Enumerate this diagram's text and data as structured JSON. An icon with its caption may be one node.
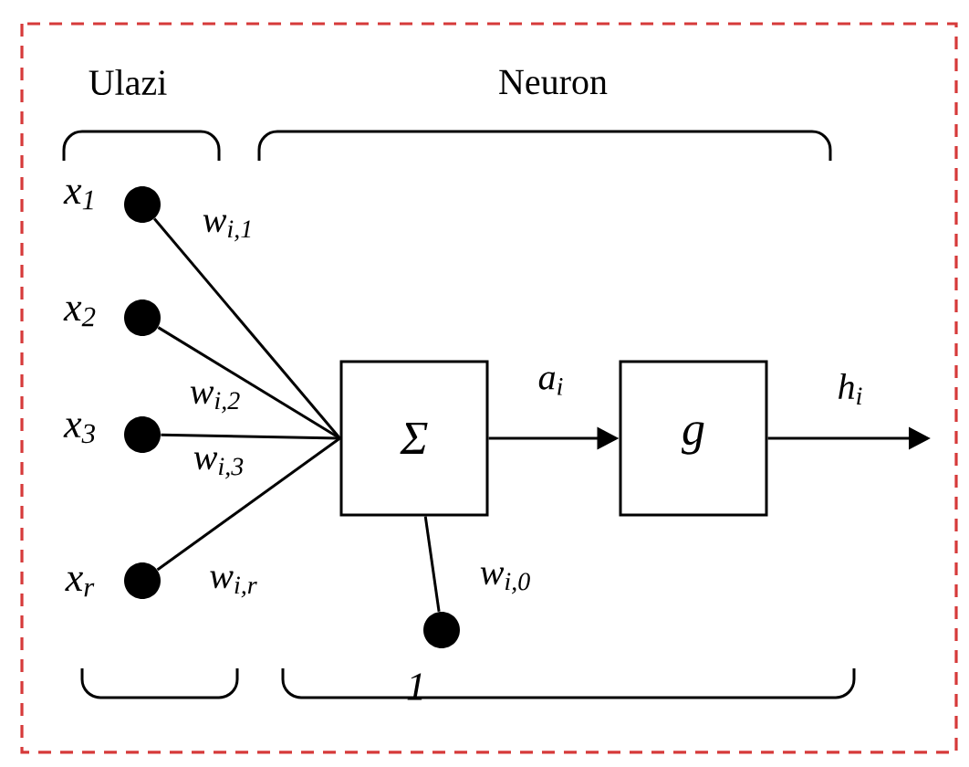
{
  "diagram": {
    "nodes": [
      {
        "text": [],
        "shape": "circle",
        "beside": [
          "x$_{1}$"
        ]
      },
      {
        "text": [],
        "shape": "circle",
        "beside": [
          "x$_{2}$"
        ]
      },
      {
        "text": [],
        "shape": "circle",
        "beside": [
          "x$_{3}$"
        ]
      },
      {
        "text": [],
        "shape": "circle",
        "beside": [
          "x$_{r}$"
        ]
      },
      {
        "text": [
          "Σ"
        ]
      },
      {
        "text": [
          "g"
        ]
      },
      {
        "text": [],
        "shape": "circle",
        "beside": [
          "1"
        ]
      }
    ],
    "edges": [
      {
        "from": 0,
        "to": 4,
        "arrow": "none",
        "label": "w$_{i,1}$"
      },
      {
        "from": 1,
        "to": 4,
        "arrow": "none",
        "label": "w$_{i,2}$"
      },
      {
        "from": 2,
        "to": 4,
        "arrow": "none",
        "label": "w$_{i,3}$"
      },
      {
        "from": 3,
        "to": 4,
        "arrow": "none",
        "label": "w$_{i,r}$"
      },
      {
        "from": 6,
        "to": 4,
        "arrow": "none",
        "label": "w$_{i,0}$"
      },
      {
        "from": 4,
        "to": 5,
        "arrow": "to",
        "label": "a$_{i}$"
      },
      {
        "from": 5,
        "to": null,
        "arrow": "to",
        "label": "h$_{i}$"
      }
    ],
    "labels": [
      "Ulazi",
      "Neuron"
    ]
  }
}
